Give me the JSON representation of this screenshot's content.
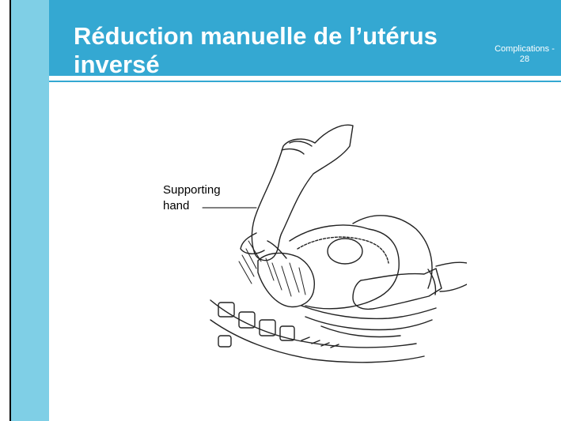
{
  "slide": {
    "title_line1": "Réduction manuelle de l’utérus",
    "title_line2": "inversé",
    "section": "Complications -",
    "page_number": "28"
  },
  "illustration": {
    "callout_line1": "Supporting",
    "callout_line2": "hand"
  },
  "colors": {
    "header": "#34a8d2",
    "left_band": "#7fcfe6",
    "text_light": "#ffffff"
  }
}
